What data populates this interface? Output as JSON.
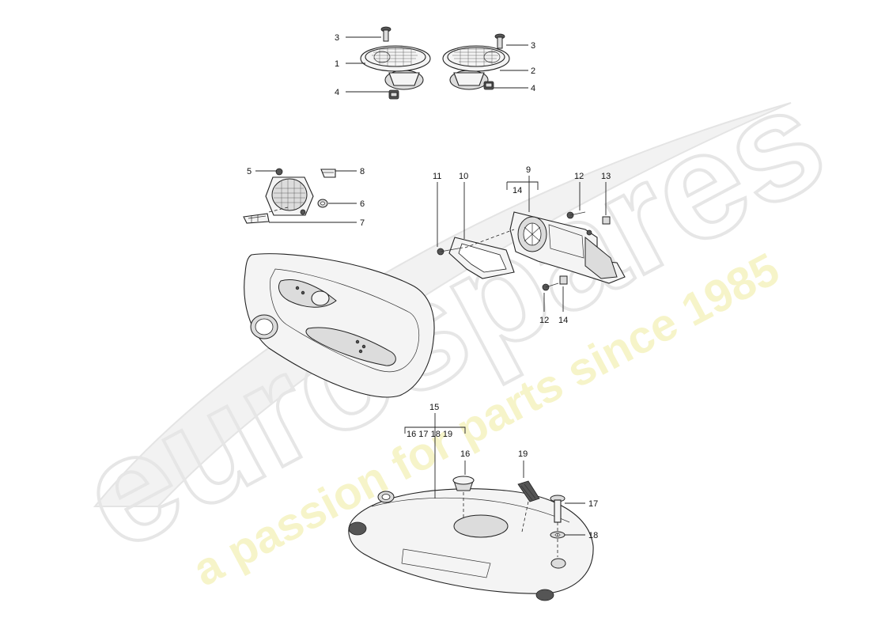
{
  "watermark": {
    "brand": "eurospares",
    "tagline": "a passion for parts since 1985"
  },
  "callouts": {
    "c1": "1",
    "c2": "2",
    "c3a": "3",
    "c3b": "3",
    "c4a": "4",
    "c4b": "4",
    "c5": "5",
    "c6": "6",
    "c7": "7",
    "c8": "8",
    "c9": "9",
    "c9sub": "14",
    "c10": "10",
    "c11": "11",
    "c12a": "12",
    "c13": "13",
    "c12b": "12",
    "c14b": "14",
    "c15": "15",
    "c15sub": "16 17 18 19",
    "c16": "16",
    "c17": "17",
    "c18": "18",
    "c19": "19"
  }
}
